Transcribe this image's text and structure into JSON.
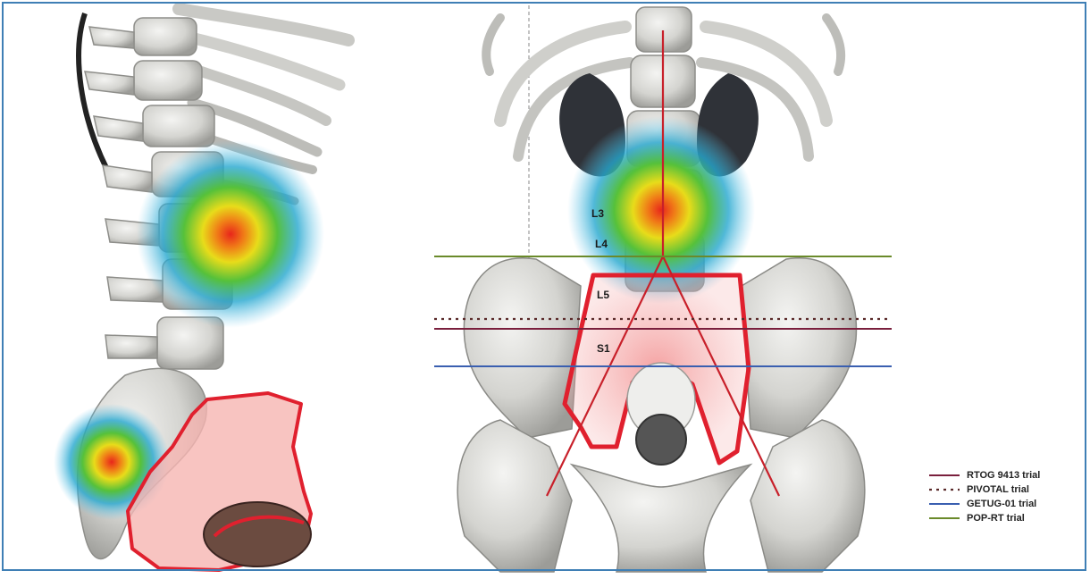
{
  "vertebra_labels": {
    "l3": "L3",
    "l4": "L4",
    "l5": "L5",
    "s1": "S1"
  },
  "legend": [
    {
      "label": "RTOG 9413 trial",
      "color": "#7a1f3d",
      "style": "solid"
    },
    {
      "label": "PIVOTAL trial",
      "color": "#5a2a2a",
      "style": "dotted"
    },
    {
      "label": "GETUG-01 trial",
      "color": "#3a5fb0",
      "style": "solid"
    },
    {
      "label": "POP-RT trial",
      "color": "#6a8a2a",
      "style": "solid"
    }
  ],
  "colors": {
    "border": "#3f7fb5",
    "target_outline": "#e0202e",
    "target_fill": "#f4a6a6",
    "bone": "#d6d6d2",
    "kidney": "#2f3238"
  }
}
